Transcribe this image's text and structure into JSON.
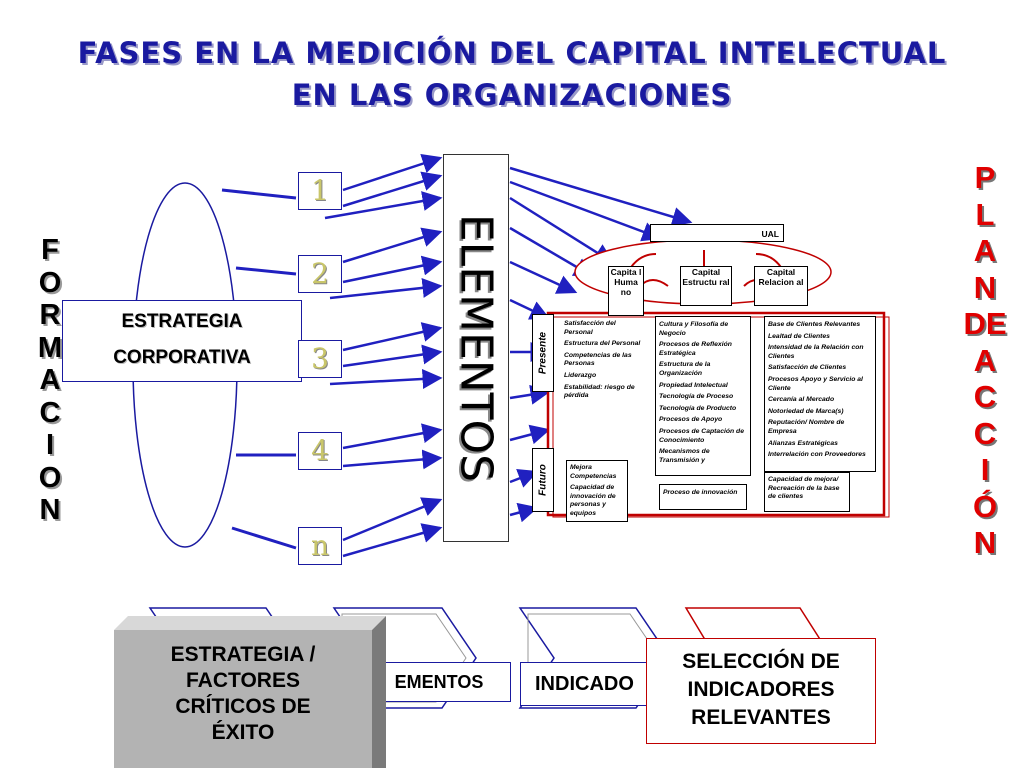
{
  "title": {
    "line1": "FASES EN LA MEDICIÓN DEL CAPITAL INTELECTUAL",
    "line2": "EN LAS ORGANIZACIONES"
  },
  "formacion_letters": [
    "F",
    "O",
    "R",
    "M",
    "A",
    "C",
    "I",
    "O",
    "N"
  ],
  "plan_letters": [
    "P",
    "L",
    "A",
    "N",
    "DE",
    "A",
    "C",
    "C",
    "I",
    "Ó",
    "N"
  ],
  "estrategia": {
    "line1": "ESTRATEGIA",
    "line2": "CORPORATIVA"
  },
  "numbers": [
    "1",
    "2",
    "3",
    "4",
    "n"
  ],
  "elementos_label": "ELEMENTOS",
  "capital_model": {
    "header": "UAL",
    "capital_humano": "Capita l Huma no",
    "capital_estructural": "Capital Estructu ral",
    "capital_relacional": "Capital Relacion al",
    "presente_label": "Presente",
    "futuro_label": "Futuro",
    "humano_items": [
      "Satisfacción del Personal",
      "Estructura del Personal",
      "Competencias de las Personas",
      "Liderazgo",
      "Estabilidad: riesgo de pérdida"
    ],
    "estructural_items": [
      "Cultura y Filosofía de Negocio",
      "Procesos de Reflexión Estratégica",
      "Estructura de la Organización",
      "Propiedad Intelectual",
      "Tecnología de Proceso",
      "Tecnología de Producto",
      "Procesos de Apoyo",
      "Procesos de Captación de Conocimiento",
      "Mecanismos de Transmisión y"
    ],
    "relacional_items": [
      "Base de Clientes Relevantes",
      "Lealtad de Clientes",
      "Intensidad de la Relación con Clientes",
      "Satisfacción de Clientes",
      "Procesos Apoyo y Servicio al Cliente",
      "Cercanía al Mercado",
      "Notoriedad de Marca(s)",
      "Reputación/ Nombre de Empresa",
      "Alianzas Estratégicas",
      "Interrelación con Proveedores"
    ],
    "futuro_humano": [
      "Mejora Competencias",
      "Capacidad de innovación de personas y equipos"
    ],
    "futuro_estructural": "Proceso de innovación",
    "futuro_relacional": "Capacidad de mejora/ Recreación de la base de clientes"
  },
  "bottom_flow": {
    "estrategia": "ESTRATEGIA / FACTORES CRÍTICOS DE ÉXITO",
    "elementos": "EMENTOS",
    "indicadores": "INDICADO",
    "seleccion": "SELECCIÓN DE INDICADORES RELEVANTES"
  },
  "colors": {
    "title": "#1a1aa0",
    "arrows": "#2020c0",
    "plan": "#e00000",
    "model_border": "#c00000"
  }
}
